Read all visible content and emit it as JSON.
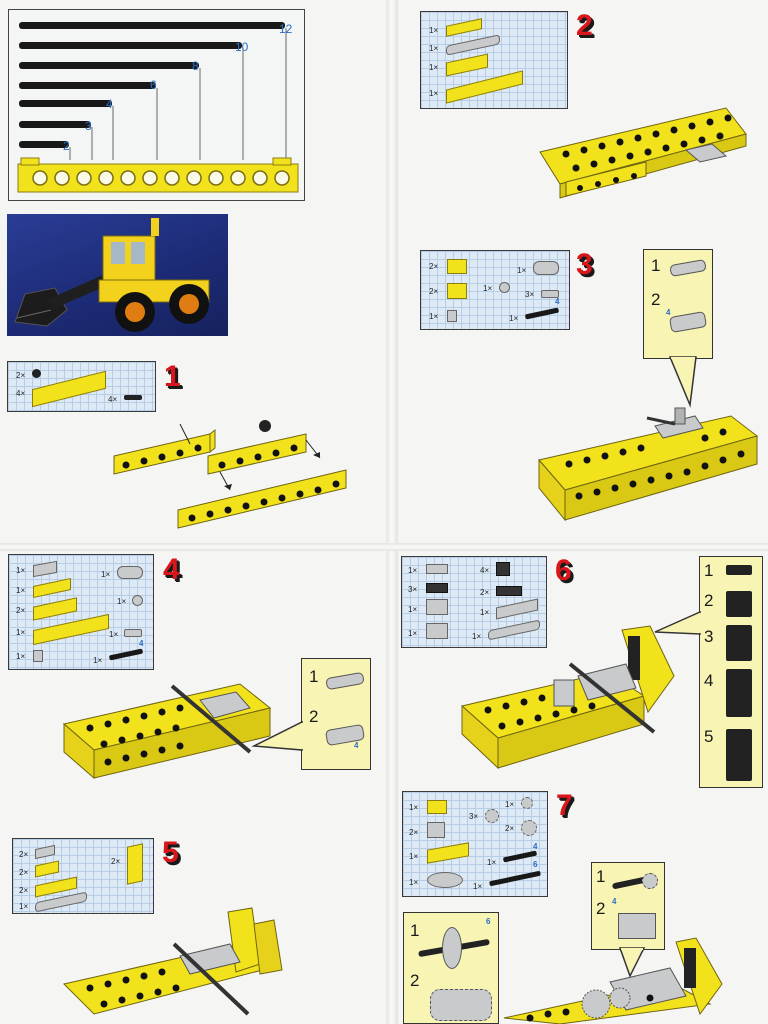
{
  "ruler": {
    "lengths": [
      "12",
      "10",
      "8",
      "6",
      "4",
      "3",
      "2"
    ]
  },
  "steps": {
    "s1": {
      "number": "1",
      "items": [
        {
          "qty": "2×"
        },
        {
          "qty": "4×"
        },
        {
          "qty": "4×"
        }
      ]
    },
    "s2": {
      "number": "2",
      "items": [
        {
          "qty": "1×"
        },
        {
          "qty": "1×"
        },
        {
          "qty": "1×"
        },
        {
          "qty": "1×"
        }
      ]
    },
    "s3": {
      "number": "3",
      "items": [
        {
          "qty": "2×"
        },
        {
          "qty": "2×"
        },
        {
          "qty": "1×"
        },
        {
          "qty": "1×"
        },
        {
          "qty": "1×"
        },
        {
          "qty": "3×"
        },
        {
          "qty": "1×"
        }
      ],
      "axle_len": "4",
      "callout": [
        "1",
        "2"
      ],
      "callout_len": "4"
    },
    "s4": {
      "number": "4",
      "items": [
        {
          "qty": "1×"
        },
        {
          "qty": "1×"
        },
        {
          "qty": "2×"
        },
        {
          "qty": "1×"
        },
        {
          "qty": "1×"
        },
        {
          "qty": "1×"
        },
        {
          "qty": "1×"
        },
        {
          "qty": "1×"
        },
        {
          "qty": "1×"
        }
      ],
      "axle_len": "4",
      "callout": [
        "1",
        "2"
      ],
      "callout_len": "4"
    },
    "s5": {
      "number": "5",
      "items": [
        {
          "qty": "2×"
        },
        {
          "qty": "2×"
        },
        {
          "qty": "2×"
        },
        {
          "qty": "1×"
        },
        {
          "qty": "2×"
        }
      ]
    },
    "s6": {
      "number": "6",
      "items": [
        {
          "qty": "1×"
        },
        {
          "qty": "3×"
        },
        {
          "qty": "1×"
        },
        {
          "qty": "1×"
        },
        {
          "qty": "4×"
        },
        {
          "qty": "2×"
        },
        {
          "qty": "1×"
        },
        {
          "qty": "1×"
        }
      ],
      "callout": [
        "1",
        "2",
        "3",
        "4",
        "5"
      ]
    },
    "s7": {
      "number": "7",
      "items": [
        {
          "qty": "1×"
        },
        {
          "qty": "2×"
        },
        {
          "qty": "1×"
        },
        {
          "qty": "1×"
        },
        {
          "qty": "3×"
        },
        {
          "qty": "1×"
        },
        {
          "qty": "2×"
        },
        {
          "qty": "1×"
        },
        {
          "qty": "1×"
        }
      ],
      "axle_lens": [
        "4",
        "6"
      ],
      "callout_a": [
        "1",
        "2"
      ],
      "callout_a_len": "4",
      "callout_b": [
        "1",
        "2"
      ],
      "callout_b_len": "6"
    }
  },
  "colors": {
    "brick_yellow": "#f2e21c",
    "step_red": "#d8161b",
    "grid_blue": "#dde9f5",
    "callout_yellow": "#f8f5b4",
    "label_blue": "#2b6fc4"
  }
}
